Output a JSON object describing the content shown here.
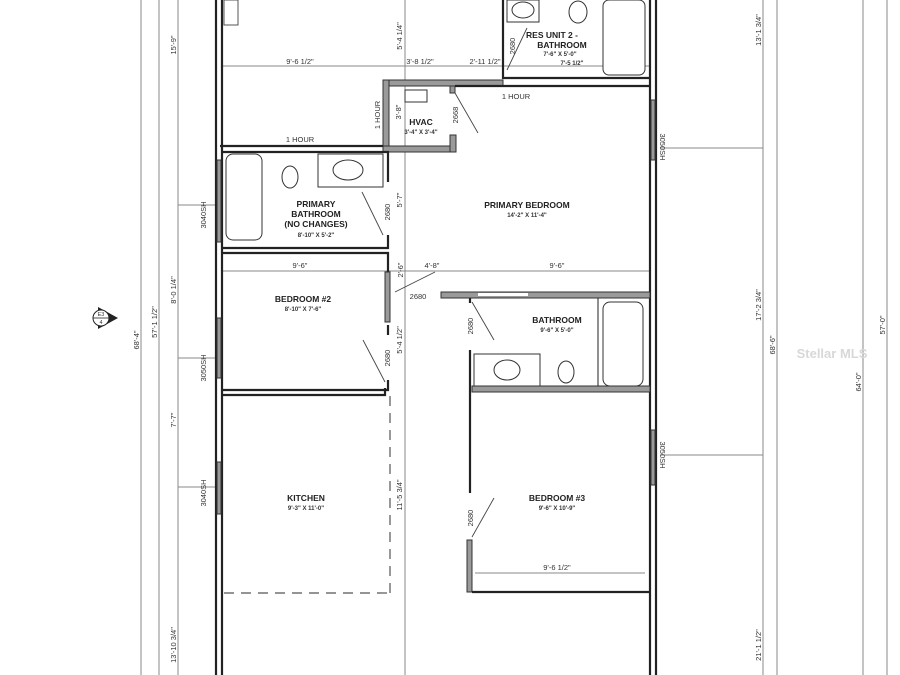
{
  "rooms": {
    "res_bath": {
      "name1": "RES UNIT 2 -",
      "name2": "BATHROOM",
      "size": "7'-6\" X 5'-0\"",
      "dim": "7'-5 1/2\""
    },
    "hvac": {
      "name": "HVAC",
      "size": "3'-4\" X 3'-4\""
    },
    "primary_bath": {
      "name1": "PRIMARY",
      "name2": "BATHROOM",
      "name3": "(NO CHANGES)",
      "size": "8'-10\" X 5'-2\""
    },
    "primary_bed": {
      "name": "PRIMARY BEDROOM",
      "size": "14'-2\" X 11'-4\""
    },
    "bedroom2": {
      "name": "BEDROOM #2",
      "size": "8'-10\" X 7'-6\""
    },
    "bathroom": {
      "name": "BATHROOM",
      "size": "9'-6\" X 5'-0\""
    },
    "kitchen": {
      "name": "KITCHEN",
      "size": "9'-3\" X 11'-0\""
    },
    "bedroom3": {
      "name": "BEDROOM #3",
      "size": "9'-6\" X 10'-9\""
    }
  },
  "labels": {
    "one_hour": "1 HOUR",
    "door_2680": "2680",
    "door_2668": "2668",
    "win_3040": "3040SH",
    "win_3050": "3050SH",
    "section_marker_top": "E3",
    "section_marker_bottom": "4",
    "watermark": "Stellar MLS"
  },
  "dimensions": {
    "top_a": "9'-6 1/2\"",
    "top_b": "3'-8 1/2\"",
    "top_c": "2'-11 1/2\"",
    "v_a": "5'-4 1/4\"",
    "hvac_v": "3'-8\"",
    "v_b": "5'-7\"",
    "v_c": "5'-4 1/2\"",
    "v_d": "11'-5 3/4\"",
    "mid_a": "9'-6\"",
    "mid_b": "2'-6\"",
    "mid_c": "4'-8\"",
    "mid_d": "9'-6\"",
    "bed3_w": "9'-6 1/2\"",
    "left_1": "15'-9\"",
    "left_2": "8'-0 1/4\"",
    "left_3": "7'-7\"",
    "left_4": "13'-10 3/4\"",
    "left_total_a": "57'-1 1/2\"",
    "left_total_b": "68'-4\"",
    "right_1": "13'-1 3/4\"",
    "right_2": "17'-2 3/4\"",
    "right_3": "21'-1 1/2\"",
    "right_total_a": "68'-6\"",
    "right_total_b": "64'-0\"",
    "right_total_c": "57'-0\""
  }
}
